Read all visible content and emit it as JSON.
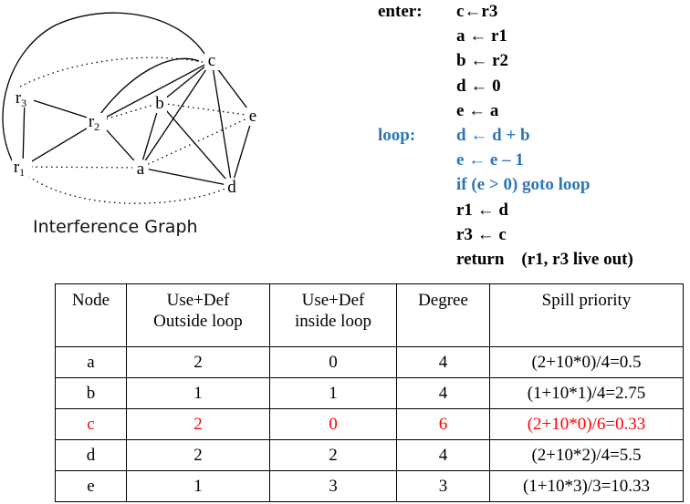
{
  "graph": {
    "caption": "Interference Graph",
    "nodes": {
      "c": {
        "label": "c"
      },
      "b": {
        "label": "b"
      },
      "e": {
        "label": "e"
      },
      "a": {
        "label": "a"
      },
      "d": {
        "label": "d"
      },
      "r1": {
        "label": "r",
        "sub": "1"
      },
      "r2": {
        "label": "r",
        "sub": "2"
      },
      "r3": {
        "label": "r",
        "sub": "3"
      }
    },
    "solid_edges": [
      [
        "r3",
        "r2"
      ],
      [
        "r3",
        "r1"
      ],
      [
        "r1",
        "r2"
      ],
      [
        "r2",
        "a"
      ],
      [
        "r2",
        "c"
      ],
      [
        "b",
        "a"
      ],
      [
        "b",
        "d"
      ],
      [
        "c",
        "e"
      ],
      [
        "c",
        "d"
      ],
      [
        "c",
        "a"
      ],
      [
        "c",
        "b"
      ],
      [
        "e",
        "d"
      ],
      [
        "a",
        "d"
      ],
      [
        "r3",
        "c"
      ]
    ],
    "dotted_edges": [
      [
        "r3",
        "c"
      ],
      [
        "r2",
        "b"
      ],
      [
        "b",
        "e"
      ],
      [
        "a",
        "e"
      ],
      [
        "r1",
        "a"
      ],
      [
        "r1",
        "d"
      ]
    ]
  },
  "code": {
    "lines": [
      {
        "label": "enter:",
        "stmt": "c←r3",
        "color": "black"
      },
      {
        "label": "",
        "stmt": "a ← r1",
        "color": "black"
      },
      {
        "label": "",
        "stmt": "b ← r2",
        "color": "black"
      },
      {
        "label": "",
        "stmt": "d ← 0",
        "color": "black"
      },
      {
        "label": "",
        "stmt": "e ← a",
        "color": "black"
      },
      {
        "label": "loop:",
        "stmt": "d ← d + b",
        "color": "blue"
      },
      {
        "label": "",
        "stmt": "e ← e – 1",
        "color": "blue"
      },
      {
        "label": "",
        "stmt": "if (e > 0) goto loop",
        "color": "blue"
      },
      {
        "label": "",
        "stmt": "r1 ← d",
        "color": "black"
      },
      {
        "label": "",
        "stmt": "r3 ← c",
        "color": "black"
      },
      {
        "label": "",
        "stmt": "return    (r1, r3 live out)",
        "color": "black"
      }
    ]
  },
  "table": {
    "headers": [
      "Node",
      "Use+Def\nOutside loop",
      "Use+Def\ninside loop",
      "Degree",
      "Spill priority"
    ],
    "rows": [
      {
        "cells": [
          "a",
          "2",
          "0",
          "4",
          "(2+10*0)/4=0.5"
        ],
        "highlight": false
      },
      {
        "cells": [
          "b",
          "1",
          "1",
          "4",
          "(1+10*1)/4=2.75"
        ],
        "highlight": false
      },
      {
        "cells": [
          "c",
          "2",
          "0",
          "6",
          "(2+10*0)/6=0.33"
        ],
        "highlight": true
      },
      {
        "cells": [
          "d",
          "2",
          "2",
          "4",
          "(2+10*2)/4=5.5"
        ],
        "highlight": false
      },
      {
        "cells": [
          "e",
          "1",
          "3",
          "3",
          "(1+10*3)/3=10.33"
        ],
        "highlight": false
      }
    ]
  },
  "colors": {
    "loop_code": "#2e75b6",
    "highlight_row": "#ff0000"
  }
}
